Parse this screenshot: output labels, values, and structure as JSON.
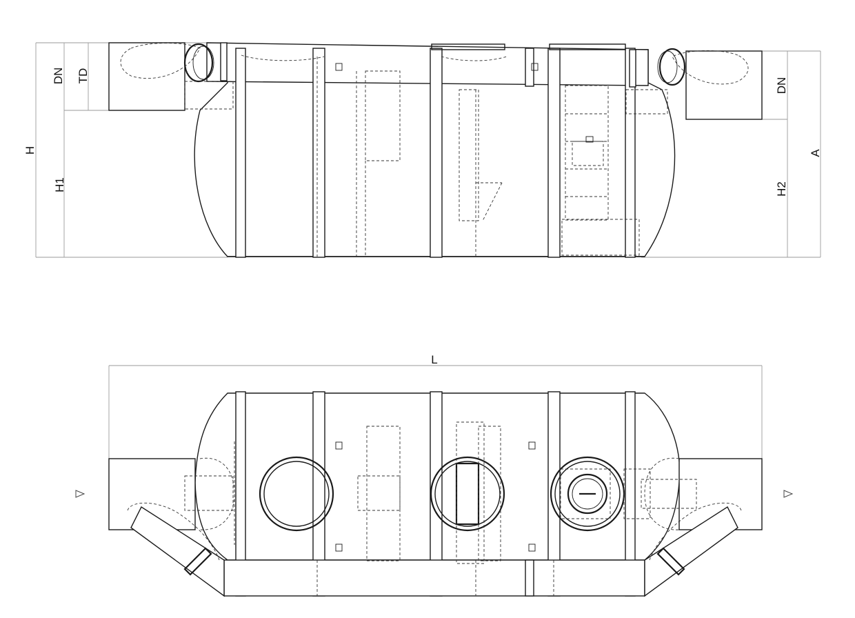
{
  "labels": {
    "H": "H",
    "DN_left": "DN",
    "TD": "TD",
    "H1": "H1",
    "DN_right": "DN",
    "H2": "H2",
    "A": "A",
    "L": "L"
  }
}
